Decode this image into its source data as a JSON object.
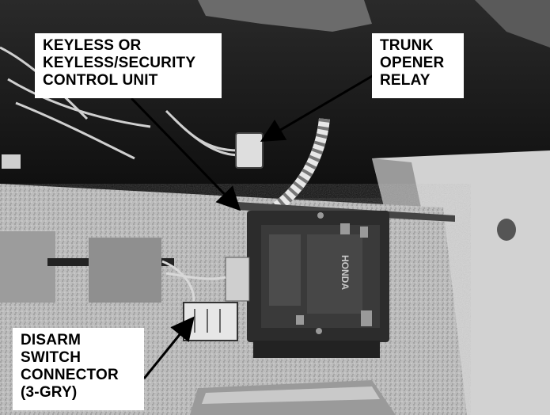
{
  "labels": {
    "control_unit": [
      "KEYLESS OR",
      "KEYLESS/SECURITY",
      "CONTROL UNIT"
    ],
    "trunk_relay": [
      "TRUNK",
      "OPENER",
      "RELAY"
    ],
    "disarm_connector": [
      "DISARM",
      "SWITCH",
      "CONNECTOR",
      "(3-GRY)"
    ]
  },
  "module_text": {
    "brand": "HONDA"
  }
}
